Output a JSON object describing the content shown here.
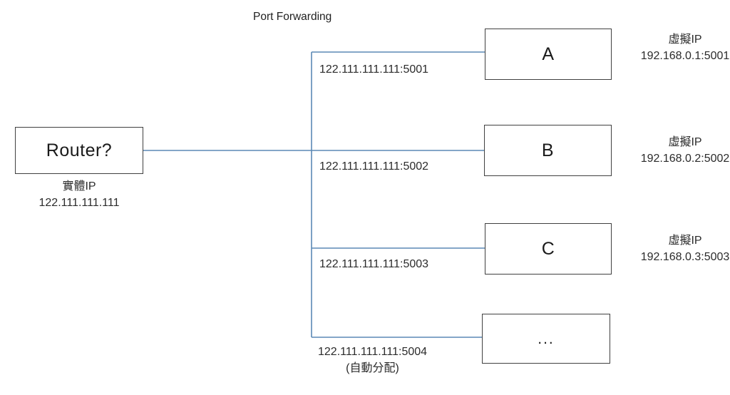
{
  "diagram": {
    "title": "Port Forwarding",
    "router": {
      "label": "Router?",
      "caption_line1": "實體IP",
      "caption_line2": "122.111.111.111"
    },
    "line_color": "#5B89B5",
    "box_border_color": "#404040",
    "nodes": [
      {
        "label": "A",
        "port_mapping": "122.111.111.111:5001",
        "vip_caption": "虛擬IP",
        "vip_address": "192.168.0.1:5001"
      },
      {
        "label": "B",
        "port_mapping": "122.111.111.111:5002",
        "vip_caption": "虛擬IP",
        "vip_address": "192.168.0.2:5002"
      },
      {
        "label": "C",
        "port_mapping": "122.111.111.111:5003",
        "vip_caption": "虛擬IP",
        "vip_address": "192.168.0.3:5003"
      },
      {
        "label": "...",
        "port_mapping": "122.111.111.111:5004",
        "port_mapping_note": "(自動分配)",
        "vip_caption": "",
        "vip_address": ""
      }
    ]
  }
}
